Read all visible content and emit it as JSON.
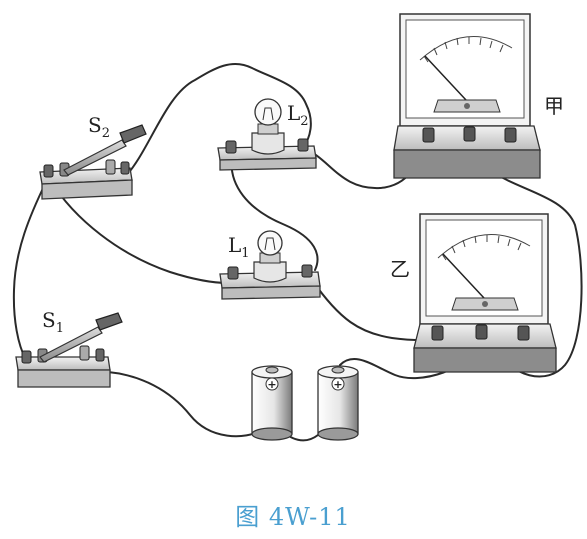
{
  "caption": "图 4W-11",
  "labels": {
    "s2": {
      "main": "S",
      "sub": "2"
    },
    "s1": {
      "main": "S",
      "sub": "1"
    },
    "l2": {
      "main": "L",
      "sub": "2"
    },
    "l1": {
      "main": "L",
      "sub": "1"
    },
    "meter_top": "甲",
    "meter_bottom": "乙"
  },
  "battery_symbol": "+",
  "colors": {
    "ink": "#2a2a2a",
    "caption": "#4a9fd0"
  }
}
